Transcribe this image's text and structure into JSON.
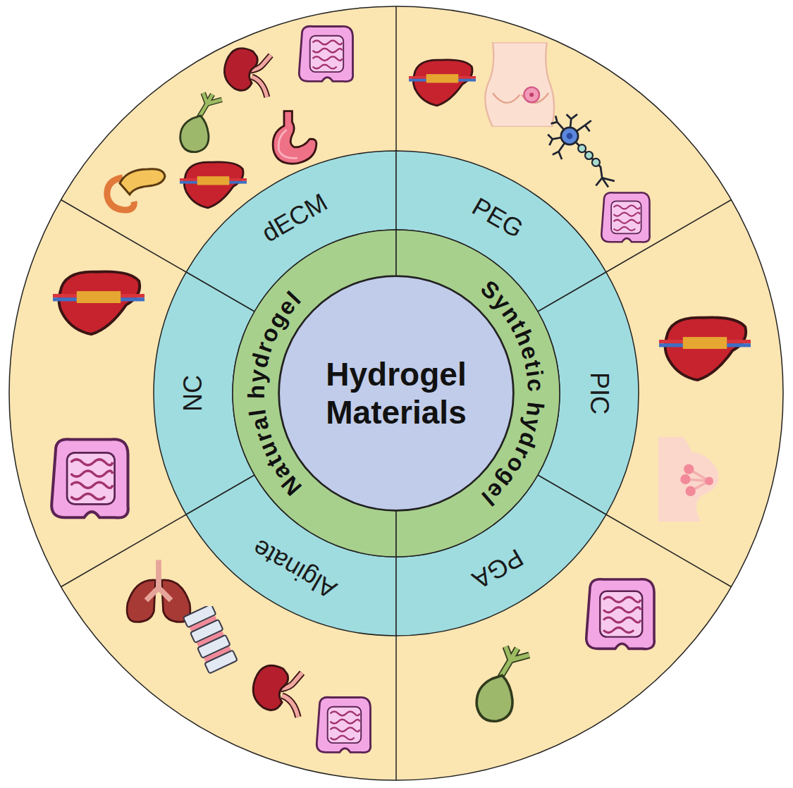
{
  "diagram": {
    "nodes": [
      {
        "text": [
          "Hydrogel Materials"
        ]
      },
      {
        "text": [
          "Natural hydrogel"
        ]
      },
      {
        "text": [
          "Synthetic hydrogel"
        ]
      },
      {
        "text": [
          "dECM"
        ]
      },
      {
        "text": [
          "NC"
        ]
      },
      {
        "text": [
          "Alginate"
        ]
      },
      {
        "text": [
          "PEG"
        ]
      },
      {
        "text": [
          "PIC"
        ]
      },
      {
        "text": [
          "PGA"
        ]
      }
    ]
  }
}
